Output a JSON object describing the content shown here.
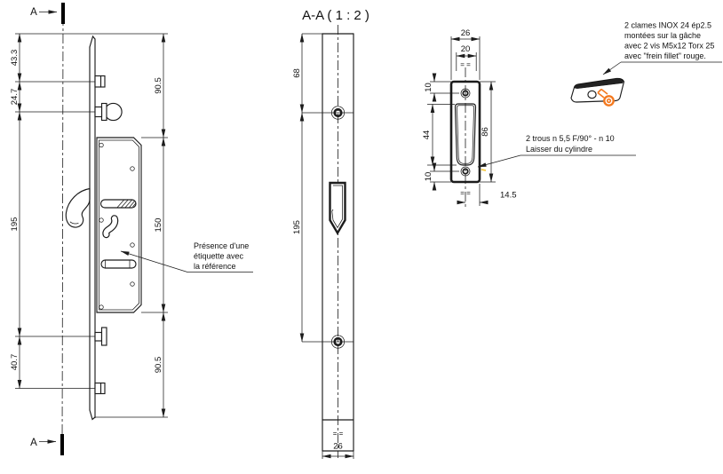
{
  "section_markers": {
    "top": "A",
    "bottom": "A"
  },
  "front_view": {
    "dims_left": [
      "43.3",
      "24.7",
      "195",
      "40.7"
    ],
    "dims_right": [
      "90.5",
      "150",
      "90.5"
    ]
  },
  "section_view": {
    "title": "A-A ( 1 : 2 )",
    "dims_left": [
      "68",
      "195"
    ],
    "width_dim": "26",
    "symmetry": "= ="
  },
  "strike_view": {
    "width_outer": "26",
    "width_inner": "20",
    "dim_top_hole": "10",
    "dim_slot": "44",
    "dim_bottom_hole": "10",
    "height": "86",
    "dim_offset": "14.5",
    "symmetry_top": "= =",
    "symmetry_bottom": "= ="
  },
  "notes": {
    "label_note": [
      "Présence d'une",
      "étiquette avec",
      "la référence"
    ],
    "holes_note": [
      "2 trous n 5,5 F/90° - n 10",
      "Laisser du cylindre"
    ],
    "clamp_note": [
      "2 clames INOX 24 ép2.5",
      "montées sur la gâche",
      "avec 2 vis M5x12 Torx 25",
      "avec \"frein fillet\" rouge."
    ]
  },
  "colors": {
    "line": "#1c1c1c",
    "screw": "#f4791f",
    "highlight": "#f5c83c"
  }
}
